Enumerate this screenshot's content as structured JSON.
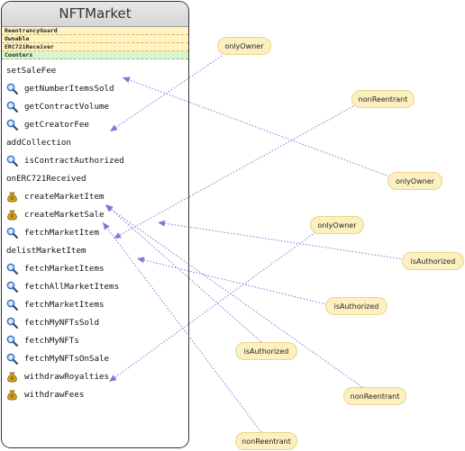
{
  "contract": {
    "name": "NFTMarket",
    "inherits": [
      "ReentrancyGuard",
      "Ownable",
      "ERC721Receiver",
      "Counters"
    ],
    "functions": [
      {
        "name": "setSaleFee",
        "icon": "none"
      },
      {
        "name": "getNumberItemsSold",
        "icon": "magnifier-icon"
      },
      {
        "name": "getContractVolume",
        "icon": "magnifier-icon"
      },
      {
        "name": "getCreatorFee",
        "icon": "magnifier-icon"
      },
      {
        "name": "addCollection",
        "icon": "none"
      },
      {
        "name": "isContractAuthorized",
        "icon": "magnifier-icon"
      },
      {
        "name": "onERC721Received",
        "icon": "none"
      },
      {
        "name": "createMarketItem",
        "icon": "money-bag-icon"
      },
      {
        "name": "createMarketSale",
        "icon": "money-bag-icon"
      },
      {
        "name": "fetchMarketItem",
        "icon": "magnifier-icon"
      },
      {
        "name": "delistMarketItem",
        "icon": "none"
      },
      {
        "name": "fetchMarketItems",
        "icon": "magnifier-icon"
      },
      {
        "name": "fetchAllMarketItems",
        "icon": "magnifier-icon"
      },
      {
        "name": "fetchMarketItems",
        "icon": "magnifier-icon"
      },
      {
        "name": "fetchMyNFTsSold",
        "icon": "magnifier-icon"
      },
      {
        "name": "fetchMyNFTs",
        "icon": "magnifier-icon"
      },
      {
        "name": "fetchMyNFTsOnSale",
        "icon": "magnifier-icon"
      },
      {
        "name": "withdrawRoyalties",
        "icon": "money-bag-icon"
      },
      {
        "name": "withdrawFees",
        "icon": "money-bag-icon"
      }
    ]
  },
  "modifiers": [
    {
      "label": "onlyOwner"
    },
    {
      "label": "nonReentrant"
    },
    {
      "label": "onlyOwner"
    },
    {
      "label": "onlyOwner"
    },
    {
      "label": "isAuthorized"
    },
    {
      "label": "isAuthorized"
    },
    {
      "label": "isAuthorized"
    },
    {
      "label": "nonReentrant"
    },
    {
      "label": "nonReentrant"
    }
  ],
  "colors": {
    "arrow": "#7b7bd9",
    "modifier_fill": "#fdf0c0",
    "icon_blue": "#3b74c4",
    "icon_gold": "#d9a21c"
  }
}
